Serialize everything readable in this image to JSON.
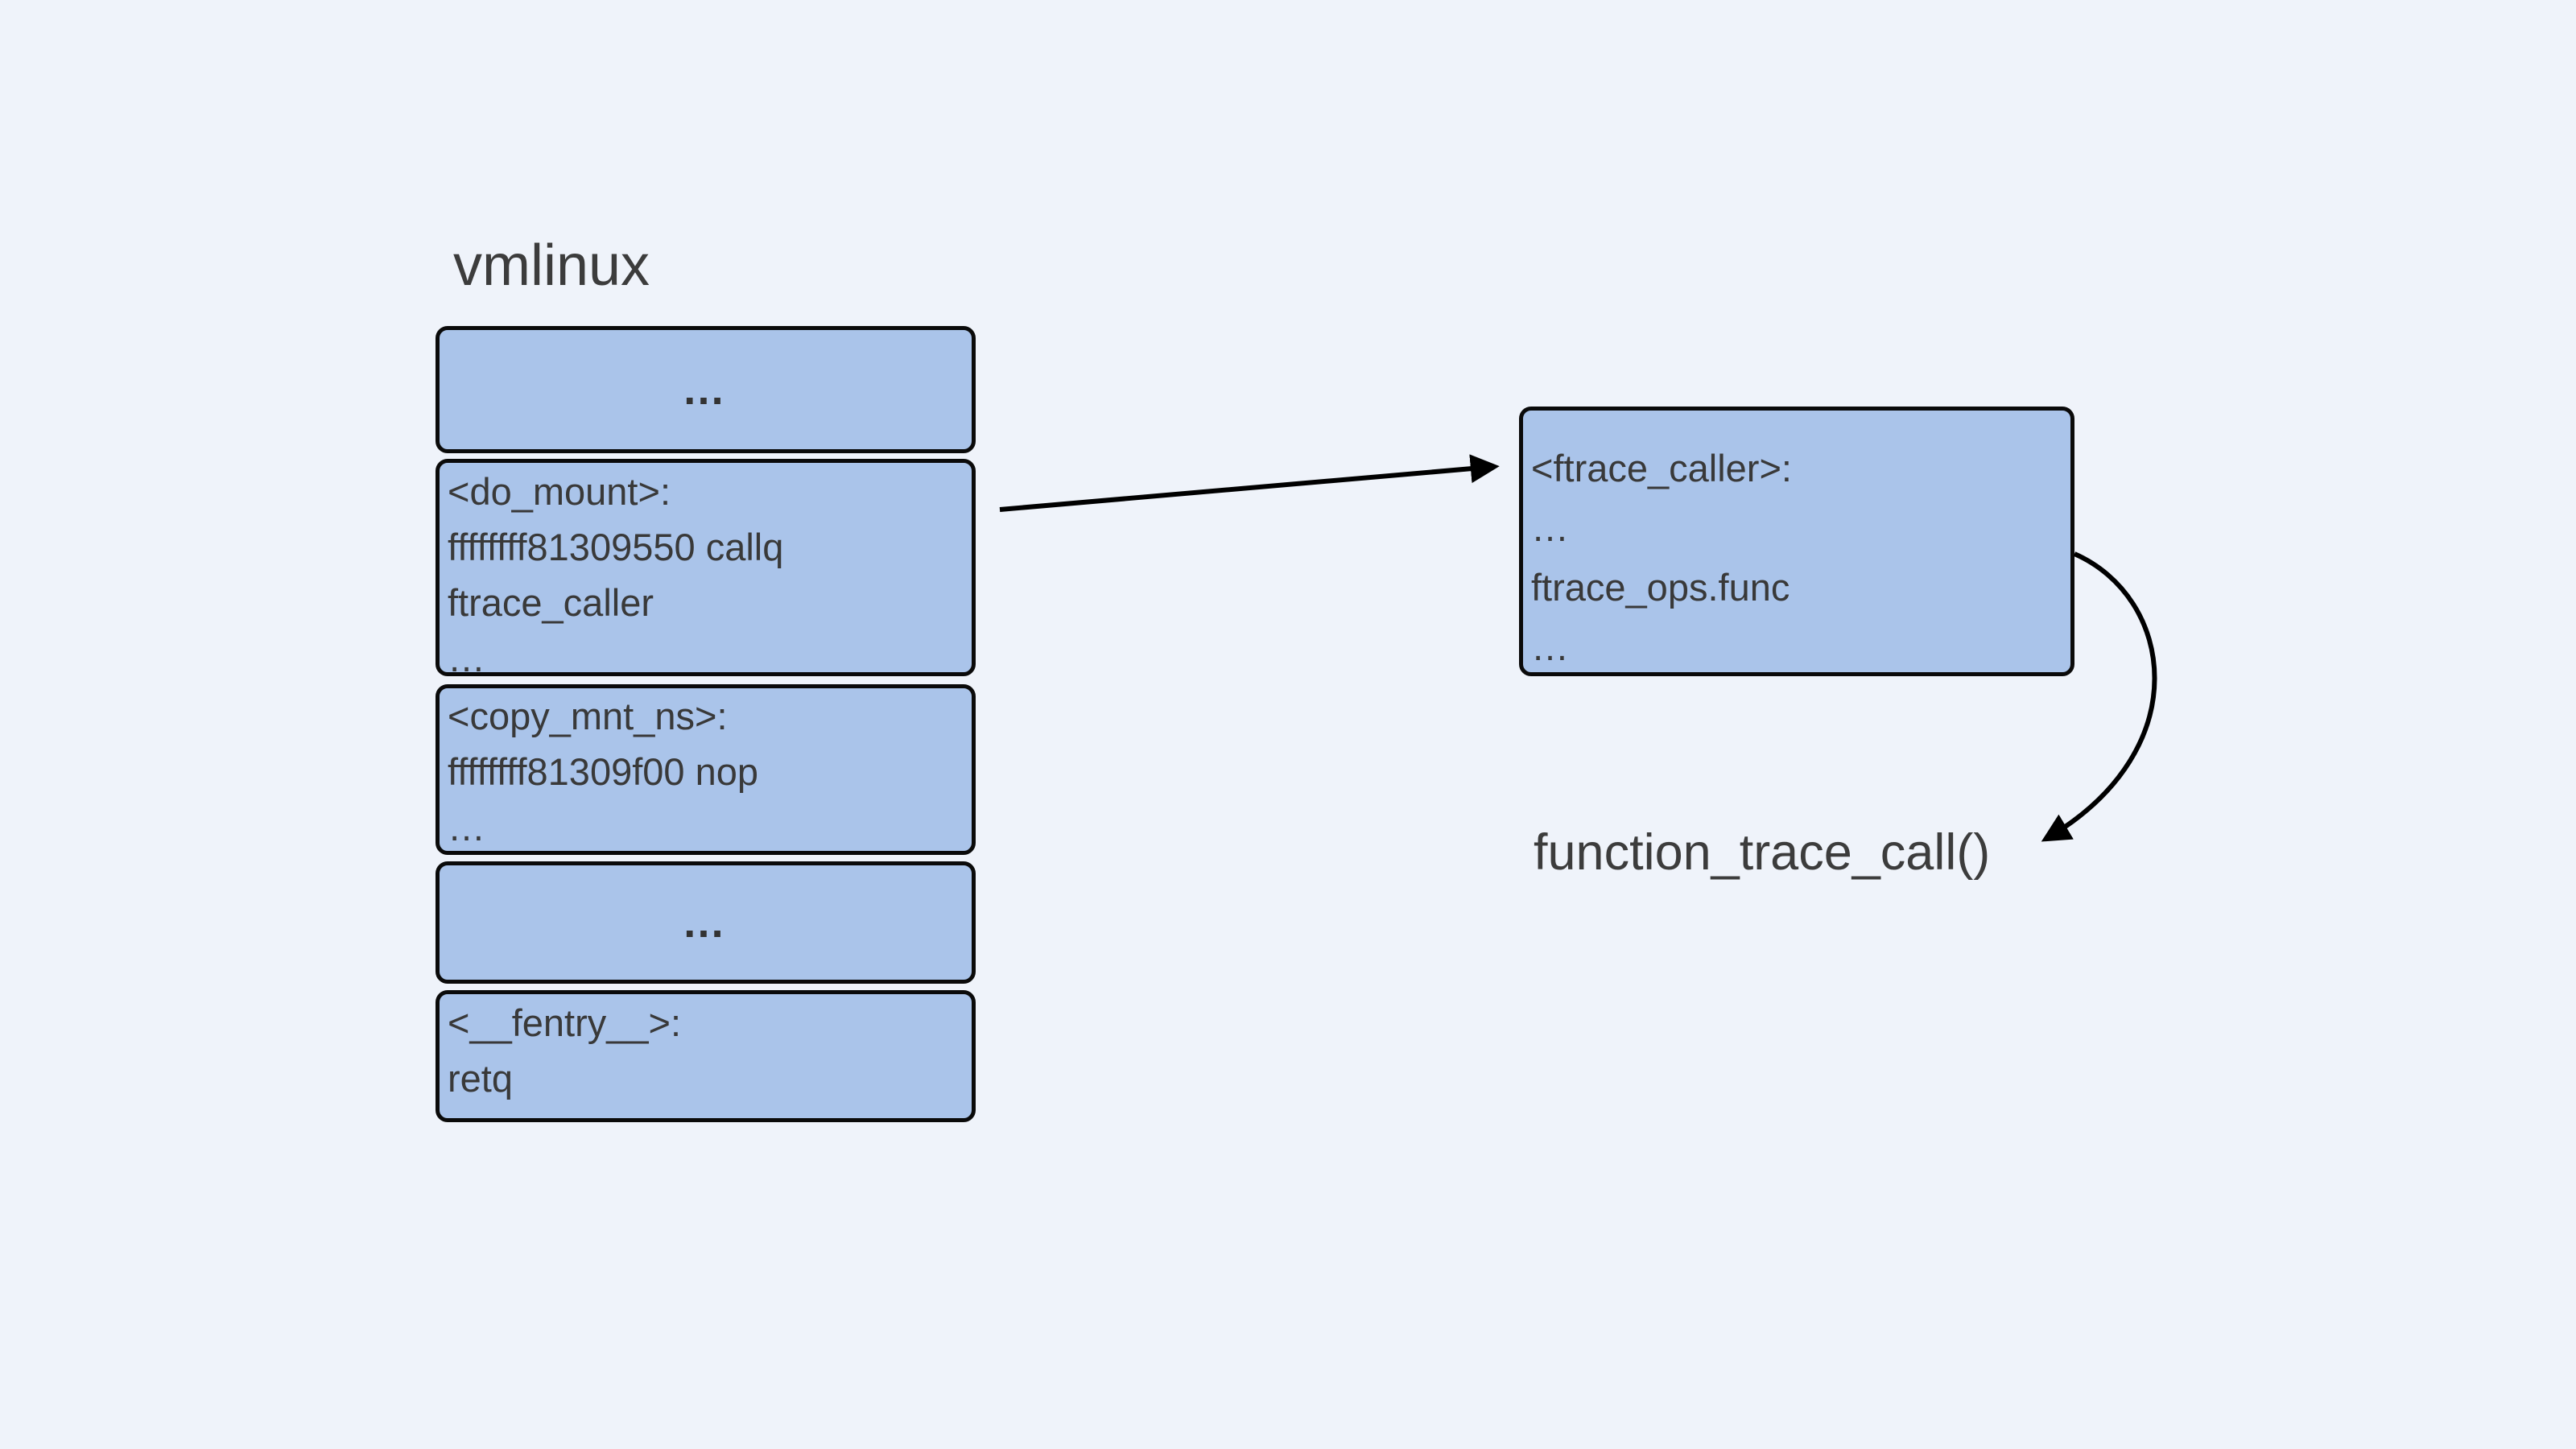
{
  "colors": {
    "background": "#eff3fa",
    "box_fill": "#aac4ea",
    "box_border": "#0a0a0a",
    "text": "#3a3a3a",
    "arrow": "#000000"
  },
  "title": {
    "label": "vmlinux"
  },
  "vmlinux_stack": {
    "boxes": [
      {
        "kind": "ellipsis",
        "lines": [
          "…"
        ]
      },
      {
        "kind": "code",
        "lines": [
          "<do_mount>:",
          "ffffffff81309550 callq",
          "ftrace_caller",
          "…"
        ]
      },
      {
        "kind": "code",
        "lines": [
          "<copy_mnt_ns>:",
          "ffffffff81309f00 nop",
          "…"
        ]
      },
      {
        "kind": "ellipsis",
        "lines": [
          "…"
        ]
      },
      {
        "kind": "code",
        "lines": [
          "<__fentry__>:",
          "retq"
        ]
      }
    ]
  },
  "ftrace_caller_box": {
    "lines": [
      "<ftrace_caller>:",
      "…",
      "ftrace_ops.func",
      "…"
    ]
  },
  "callback": {
    "label": "function_trace_call()"
  }
}
